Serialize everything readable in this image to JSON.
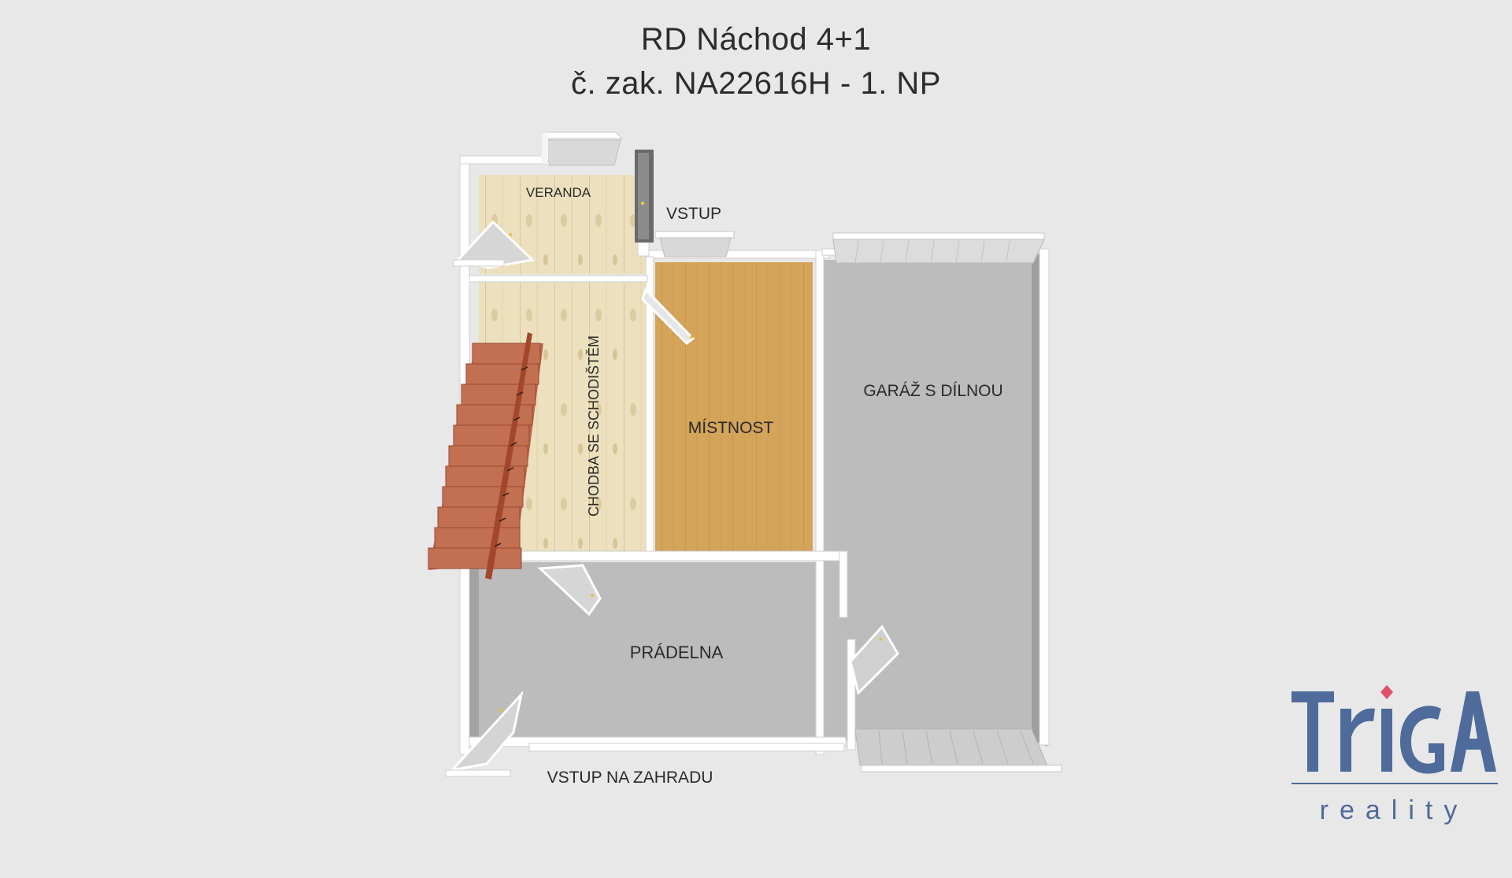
{
  "title": {
    "line1": "RD Náchod  4+1",
    "line2": "č. zak. NA22616H - 1. NP"
  },
  "rooms": {
    "veranda": "VERANDA",
    "vstup": "VSTUP",
    "chodba": "CHODBA SE SCHODIŠTĚM",
    "mistnost": "MÍSTNOST",
    "garaz": "GARÁŽ S DÍLNOU",
    "pradelna": "PRÁDELNA",
    "vstup_zahrada": "VSTUP NA ZAHRADU"
  },
  "logo": {
    "brand": "TRIGA",
    "tagline": "reality"
  },
  "colors": {
    "background": "#e8e8e8",
    "wall": "#ffffff",
    "wood_light": "#ece0be",
    "wood_orange": "#d3a45a",
    "concrete": "#bdbdbd",
    "stair": "#b9654a",
    "logo_blue": "#4e6b9b",
    "logo_accent": "#e0506a"
  }
}
